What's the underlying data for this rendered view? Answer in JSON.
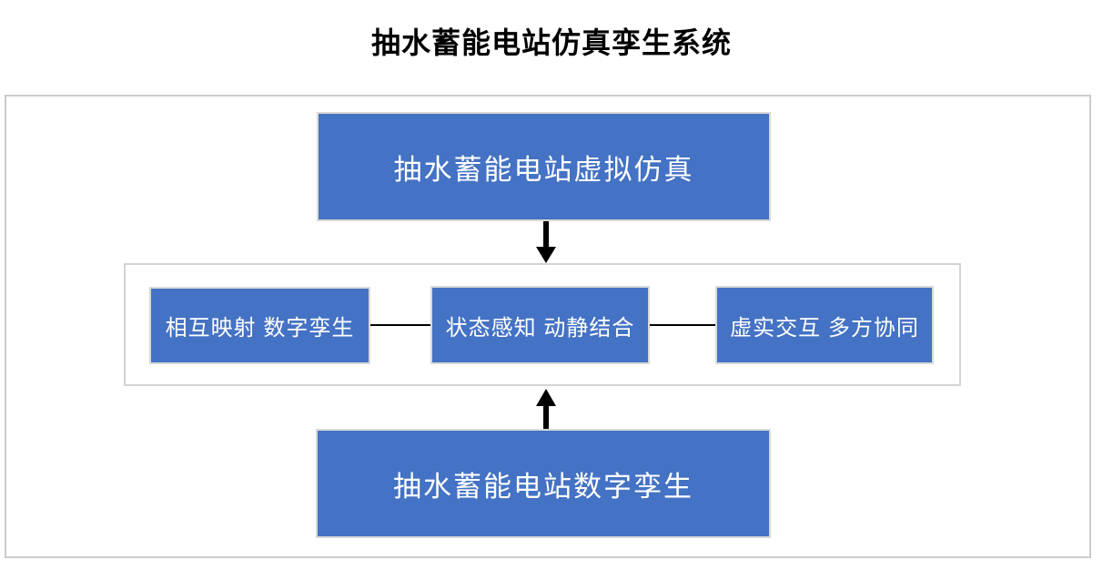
{
  "title": "抽水蓄能电站仿真孪生系统",
  "colors": {
    "box_fill": "#4472c4",
    "box_border": "#d9d9d9",
    "outer_frame_border": "#cbcbcb",
    "inner_frame_border": "#d4d4d4",
    "arrow": "#000000",
    "connector": "#000000",
    "box_text": "#ffffff",
    "title_text": "#000000"
  },
  "top_box": {
    "label": "抽水蓄能电站虚拟仿真"
  },
  "middle_row": {
    "items": [
      {
        "label": "相互映射 数字孪生"
      },
      {
        "label": "状态感知 动静结合"
      },
      {
        "label": "虚实交互 多方协同"
      }
    ]
  },
  "bottom_box": {
    "label": "抽水蓄能电站数字孪生"
  },
  "icons": {
    "down_arrow": "arrow-down",
    "up_arrow": "arrow-up"
  }
}
